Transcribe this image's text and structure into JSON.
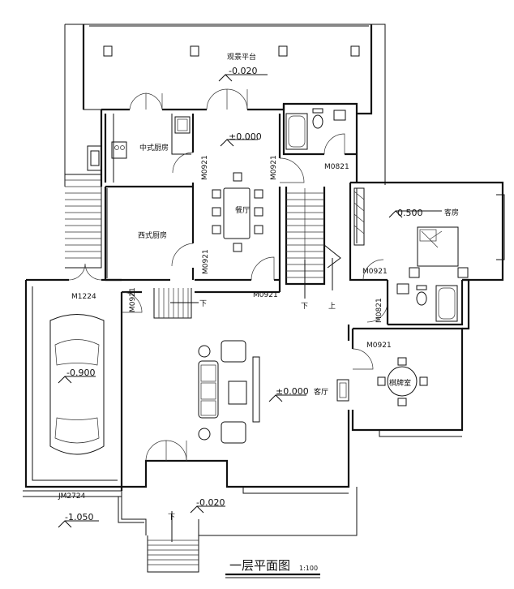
{
  "title": "一层平面图",
  "scale": "1:100",
  "rooms": {
    "terrace": "观景平台",
    "chinese_kitchen": "中式厨房",
    "western_kitchen": "西式厨房",
    "dining": "餐厅",
    "guest_room": "客房",
    "living": "客厅",
    "chess_room": "棋牌室"
  },
  "elevations": {
    "terrace": "-0.020",
    "dining": "±0.000",
    "guest_room": "0.500",
    "garage": "-0.900",
    "living": "±0.000",
    "entrance": "-0.020",
    "outside": "-1.050"
  },
  "doors": {
    "m0921_kitchen": "M0921",
    "m0921_dining": "M0921",
    "m0821_bath": "M0821",
    "m0921_western": "M0921",
    "m0921_dining_bottom": "M0921",
    "m1224": "M1224",
    "m0921_garage": "M0921",
    "m0921_guest": "M0921",
    "m0821_bath2": "M0821",
    "m0921_chess": "M0921",
    "jm2724": "JM2724"
  },
  "stair_labels": {
    "down": "下",
    "up": "上"
  }
}
